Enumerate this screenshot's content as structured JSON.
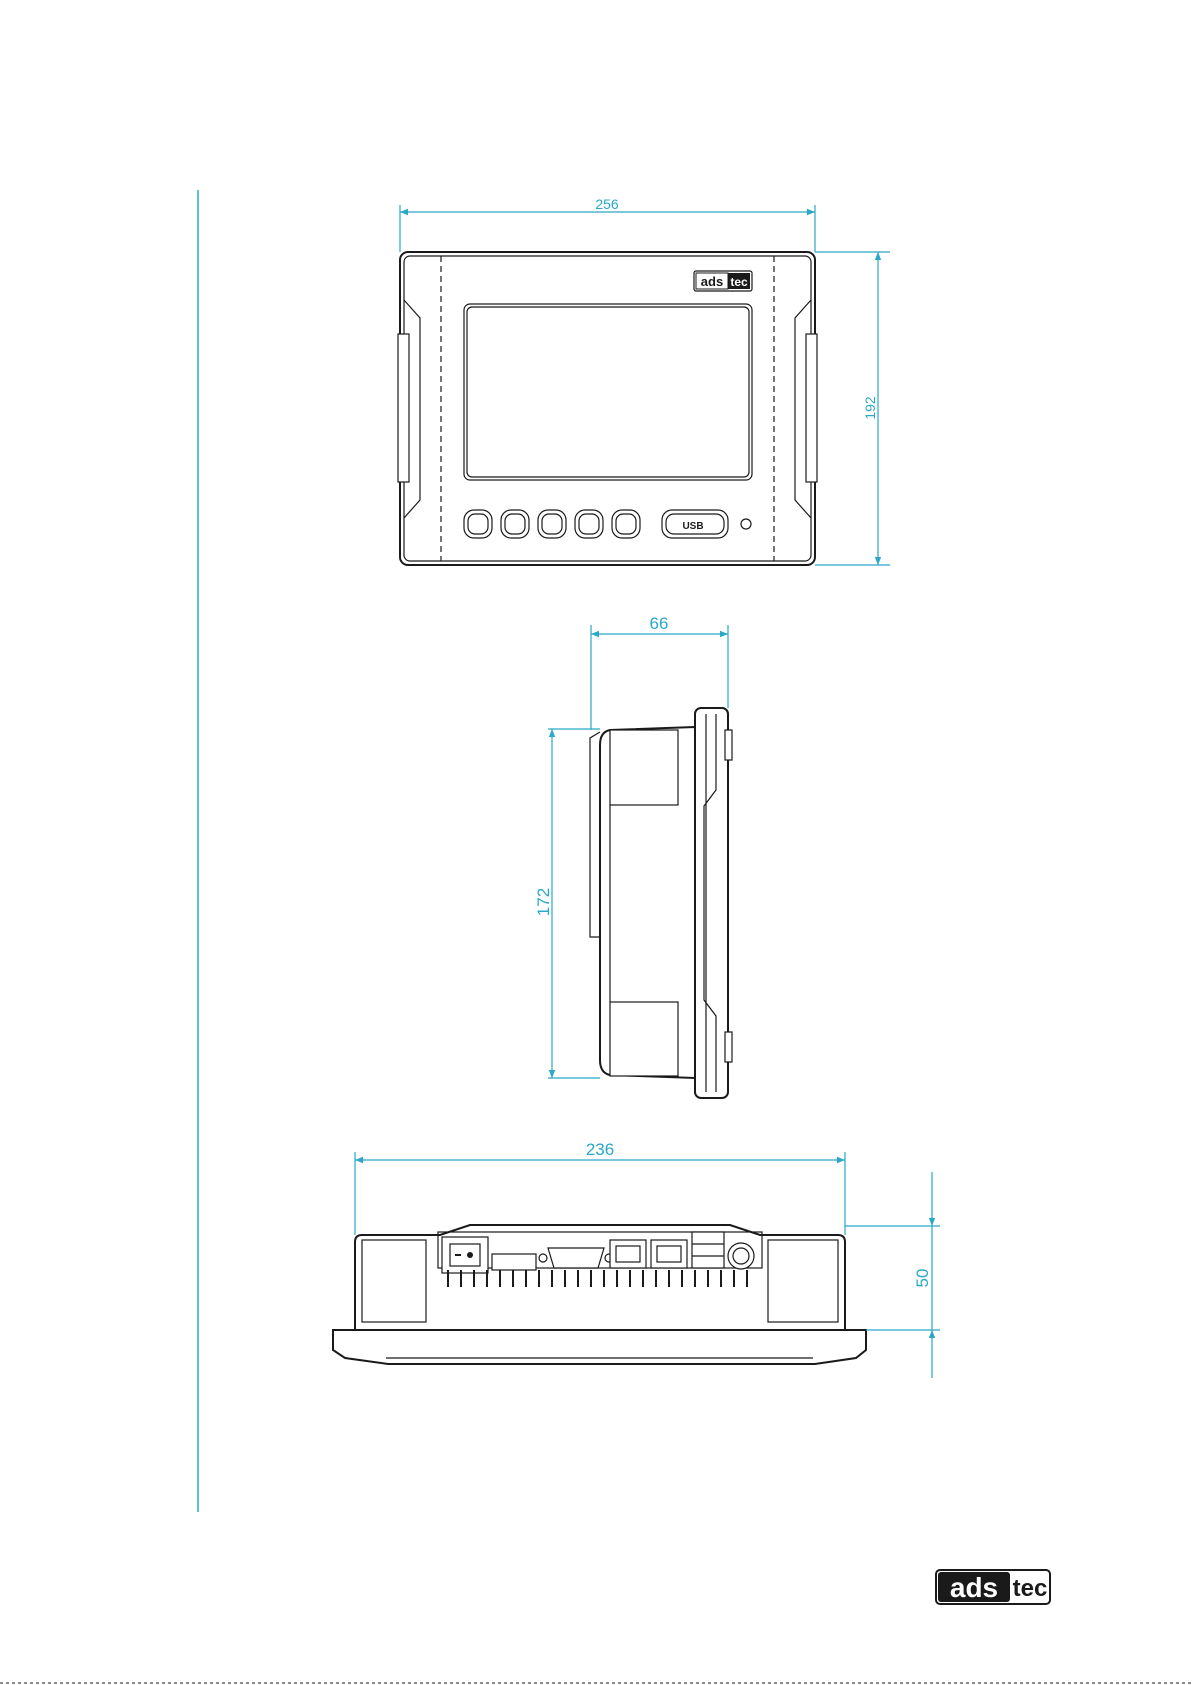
{
  "colors": {
    "dimension": "#29a8c8",
    "outline": "#1a1a1a",
    "margin_rule": "#29a8c8",
    "logo_dark": "#1a1a1a"
  },
  "brand": {
    "logo_part1": "ads",
    "logo_part2": "tec"
  },
  "front_view": {
    "width_dimension": "256",
    "height_dimension": "192",
    "usb_label": "USB",
    "function_key_count": 5
  },
  "side_view": {
    "depth_dimension": "66",
    "height_dimension": "172"
  },
  "bottom_view": {
    "width_dimension": "236",
    "depth_dimension": "50"
  }
}
